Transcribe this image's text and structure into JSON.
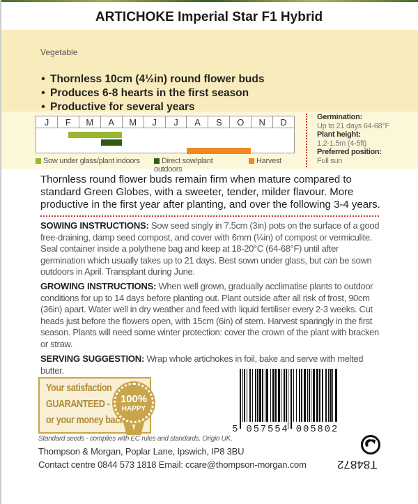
{
  "title": "ARTICHOKE Imperial Star F1 Hybrid",
  "category": "Vegetable",
  "bullets": [
    "Thornless 10cm (4½in) round flower buds",
    "Produces 6-8 hearts in the first season",
    "Productive for several years"
  ],
  "chart_data": {
    "type": "bar",
    "categories": [
      "J",
      "F",
      "M",
      "A",
      "M",
      "J",
      "J",
      "A",
      "S",
      "O",
      "N",
      "D"
    ],
    "series": [
      {
        "name": "Sow under glass/plant indoors",
        "color": "#9ab52f",
        "start_month": 1.5,
        "end_month": 4
      },
      {
        "name": "Direct sow/plant outdoors",
        "color": "#2f5a16",
        "start_month": 3,
        "end_month": 4
      },
      {
        "name": "Harvest",
        "color": "#ef8a22",
        "start_month": 7,
        "end_month": 10
      }
    ]
  },
  "info": {
    "germination_label": "Germination:",
    "germination": "Up to 21 days 64-68°F",
    "height_label": "Plant height:",
    "height": "1.2-1.5m (4-5ft)",
    "position_label": "Preferred position:",
    "position": "Full sun"
  },
  "intro": "Thornless round flower buds remain firm when mature compared to standard Green Globes, with a sweeter, tender, milder flavour. More productive in the first year after planting, and over the following 3-4 years.",
  "sowing": {
    "label": "SOWING INSTRUCTIONS:",
    "text": " Sow seed singly in 7.5cm (3in) pots on the surface of a good free-draining, damp seed compost, and cover with 6mm (¼in) of compost or vermiculite. Seal container inside a polythene bag and keep at 18-20°C (64-68°F) until after germination which usually takes up to 21 days. Best sown under glass, but can be sown outdoors in April. Transplant during June."
  },
  "growing": {
    "label": "GROWING INSTRUCTIONS:",
    "text": " When well grown, gradually acclimatise plants to outdoor conditions for up to 14 days before planting out. Plant outside after all risk of frost, 90cm (36in) apart. Water well in dry weather and feed with liquid fertiliser every 2-3 weeks. Cut heads just before the flowers open, with 15cm (6in) of stem. Harvest sparingly in the first season. Plants will need some winter protection: cover the crown of the plant with bracken or straw."
  },
  "serving": {
    "label": "SERVING SUGGESTION:",
    "text": " Wrap whole artichokes in foil, bake and serve with melted butter."
  },
  "guarantee": {
    "line1": "Your satisfaction",
    "line2": "GUARANTEED -",
    "line3": "or your money back",
    "seal1": "100%",
    "seal2": "HAPPY"
  },
  "barcode": "5 057554 005802",
  "standard": "Standard seeds - complies with EC rules and standards. Origin UK.",
  "address": "Thompson & Morgan, Poplar Lane, Ipswich, IP8 3BU",
  "contact": "Contact centre 0844 573 1818 Email: ccare@thompson-morgan.com",
  "code": "T84872"
}
